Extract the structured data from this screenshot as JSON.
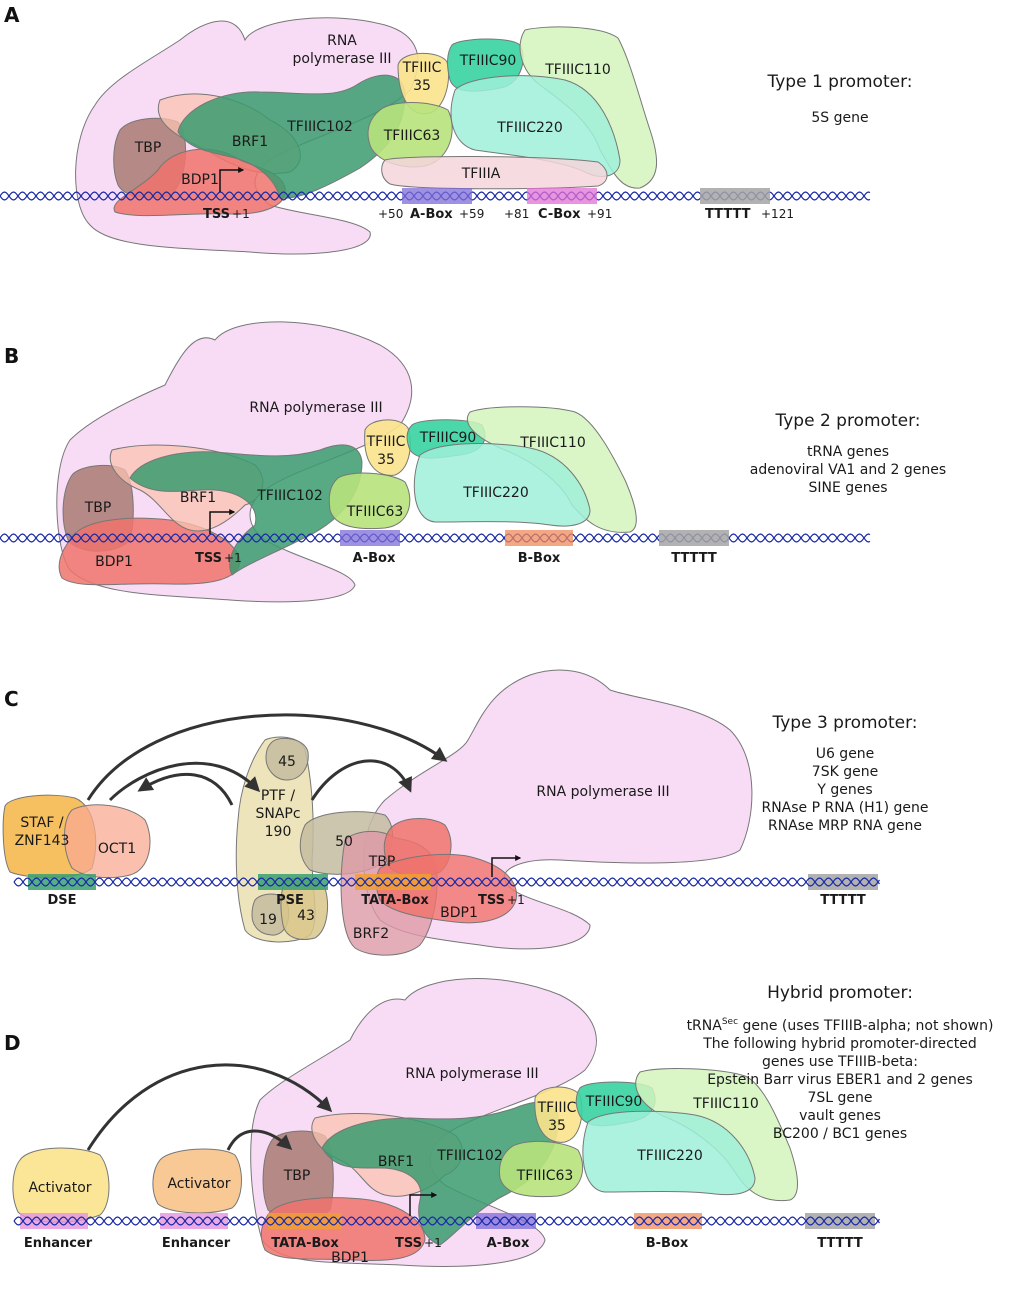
{
  "colors": {
    "polymerase": "#f5cdf2",
    "tbp": "#a87a72",
    "bdp1": "#f0736c",
    "brf1": "#f9c3b0",
    "tfiiic102": "#3a9b6e",
    "tfiiic35": "#fbe38c",
    "tfiiic63": "#b8e27c",
    "tfiiic90": "#38d3a2",
    "tfiiic220": "#9ff0d8",
    "tfiiic110": "#d3f3bc",
    "tfiiia": "#f5d6dc",
    "abox": "#7f6cd8",
    "cbox": "#e070d4",
    "bbox": "#f0895a",
    "ttttt": "#a5a5a5",
    "dse": "#38a070",
    "pse": "#38a070",
    "tata": "#f0a030",
    "enhancer": "#e593df",
    "staf": "#f5b545",
    "oct1": "#f9a991",
    "ptf": "#eadfb0",
    "ptf50": "#c4bca0",
    "brf2": "#dd9aa6",
    "activator1": "#fbe591",
    "activator2": "#f8c58f",
    "dna": "#1a2aa8"
  },
  "panelA": {
    "letter": "A",
    "pol": "RNA polymerase III",
    "pol_line1": "RNA",
    "pol_line2": "polymerase III",
    "tbp": "TBP",
    "brf1": "BRF1",
    "bdp1": "BDP1",
    "tfiiic102": "TFIIIC102",
    "tfiiic35_1": "TFIIIC",
    "tfiiic35_2": "35",
    "tfiiic90": "TFIIIC90",
    "tfiiic110": "TFIIIC110",
    "tfiiic220": "TFIIIC220",
    "tfiiic63": "TFIIIC63",
    "tfiiia": "TFIIIA",
    "tss": "TSS",
    "tss_pos": "+1",
    "pos50": "+50",
    "abox": "A-Box",
    "pos59": "+59",
    "pos81": "+81",
    "cbox": "C-Box",
    "pos91": "+91",
    "ttttt": "TTTTT",
    "pos121": "+121",
    "title": "Type 1 promoter:",
    "genes": [
      "5S gene"
    ]
  },
  "panelB": {
    "letter": "B",
    "pol": "RNA polymerase III",
    "tbp": "TBP",
    "brf1": "BRF1",
    "bdp1": "BDP1",
    "tfiiic102": "TFIIIC102",
    "tfiiic35_1": "TFIIIC",
    "tfiiic35_2": "35",
    "tfiiic90": "TFIIIC90",
    "tfiiic110": "TFIIIC110",
    "tfiiic220": "TFIIIC220",
    "tfiiic63": "TFIIIC63",
    "tss": "TSS",
    "tss_pos": "+1",
    "abox": "A-Box",
    "bbox": "B-Box",
    "ttttt": "TTTTT",
    "title": "Type 2 promoter:",
    "genes": [
      "tRNA genes",
      "adenoviral VA1 and 2 genes",
      "SINE genes"
    ]
  },
  "panelC": {
    "letter": "C",
    "staf_1": "STAF /",
    "staf_2": "ZNF143",
    "oct1": "OCT1",
    "ptf45": "45",
    "ptf_1": "PTF /",
    "ptf_2": "SNAPc",
    "ptf_3": "190",
    "ptf50": "50",
    "ptf19": "19",
    "ptf43": "43",
    "tbp": "TBP",
    "brf2": "BRF2",
    "bdp1": "BDP1",
    "pol": "RNA polymerase III",
    "dse": "DSE",
    "pse": "PSE",
    "tata": "TATA-Box",
    "tss": "TSS",
    "tss_pos": "+1",
    "ttttt": "TTTTT",
    "title": "Type 3 promoter:",
    "genes": [
      "U6 gene",
      "7SK gene",
      "Y genes",
      "RNAse P RNA (H1) gene",
      "RNAse MRP RNA gene"
    ]
  },
  "panelD": {
    "letter": "D",
    "activator": "Activator",
    "enhancer": "Enhancer",
    "pol": "RNA polymerase III",
    "tbp": "TBP",
    "brf1": "BRF1",
    "bdp1": "BDP1",
    "tfiiic102": "TFIIIC102",
    "tfiiic35_1": "TFIIIC",
    "tfiiic35_2": "35",
    "tfiiic90": "TFIIIC90",
    "tfiiic110": "TFIIIC110",
    "tfiiic220": "TFIIIC220",
    "tfiiic63": "TFIIIC63",
    "tata": "TATA-Box",
    "tss": "TSS",
    "tss_pos": "+1",
    "abox": "A-Box",
    "bbox": "B-Box",
    "ttttt": "TTTTT",
    "title": "Hybrid promoter:",
    "trna_prefix": "tRNA",
    "trna_sup": "Sec",
    "trna_suffix": " gene (uses TFIIIB-alpha; not shown)",
    "genes": [
      "The following hybrid promoter-directed",
      "genes use TFIIIB-beta:",
      "Epstein Barr virus EBER1 and 2 genes",
      "7SL gene",
      "vault genes",
      "BC200 / BC1 genes"
    ]
  }
}
